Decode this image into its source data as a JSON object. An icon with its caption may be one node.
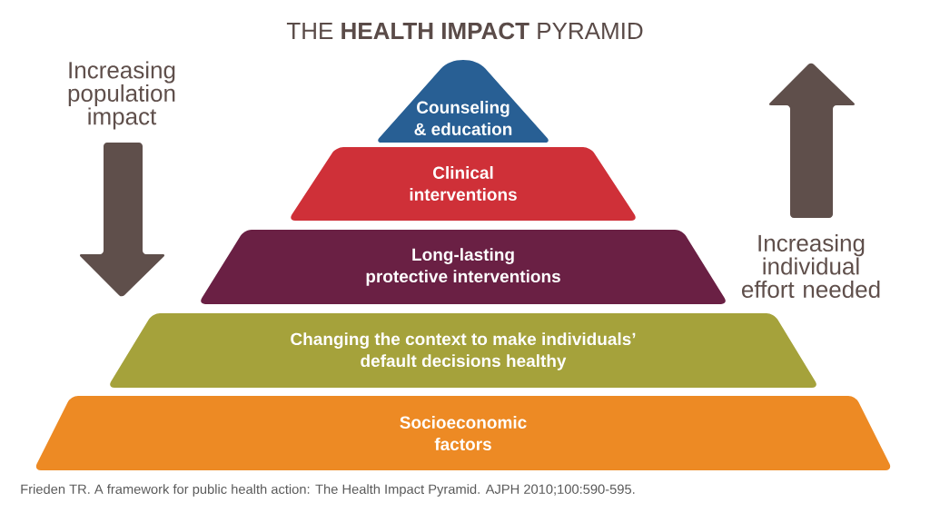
{
  "diagram": {
    "title": "THE **HEALTH IMPACT** PYRAMID",
    "caption": "Frieden TR. A framework for public health action: The Health Impact Pyramid. AJPH 2010;100:590-595.",
    "nodes": [
      {
        "text": [
          "Counseling & education"
        ]
      },
      {
        "text": [
          "Clinical interventions"
        ]
      },
      {
        "text": [
          "Long-lasting protective interventions"
        ]
      },
      {
        "text": [
          "Changing the context to make individuals’ default decisions healthy"
        ]
      },
      {
        "text": [
          "Socioeconomic factors"
        ]
      }
    ],
    "labels": [
      "Increasing population impact",
      "Increasing individual effort needed"
    ]
  }
}
